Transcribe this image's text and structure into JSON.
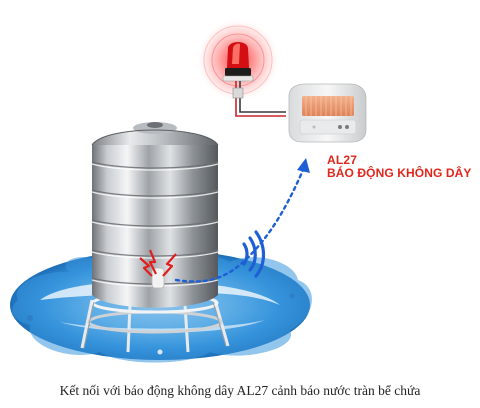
{
  "product": {
    "model": "AL27",
    "name": "BÁO ĐỘNG KHÔNG DÂY"
  },
  "caption": "Kết nối với báo động không dây AL27 cảnh báo nước tràn bể chứa",
  "icons": {
    "tank": "stainless-water-tank-icon",
    "siren": "red-siren-light-icon",
    "receiver": "alarm-receiver-icon",
    "wireless": "wireless-signal-icon",
    "splash": "water-splash-icon",
    "sensor": "water-sensor-icon"
  },
  "colors": {
    "accent_red": "#e1261c",
    "signal_blue": "#1f5fd6",
    "water_blue": "#2f8ed8"
  }
}
